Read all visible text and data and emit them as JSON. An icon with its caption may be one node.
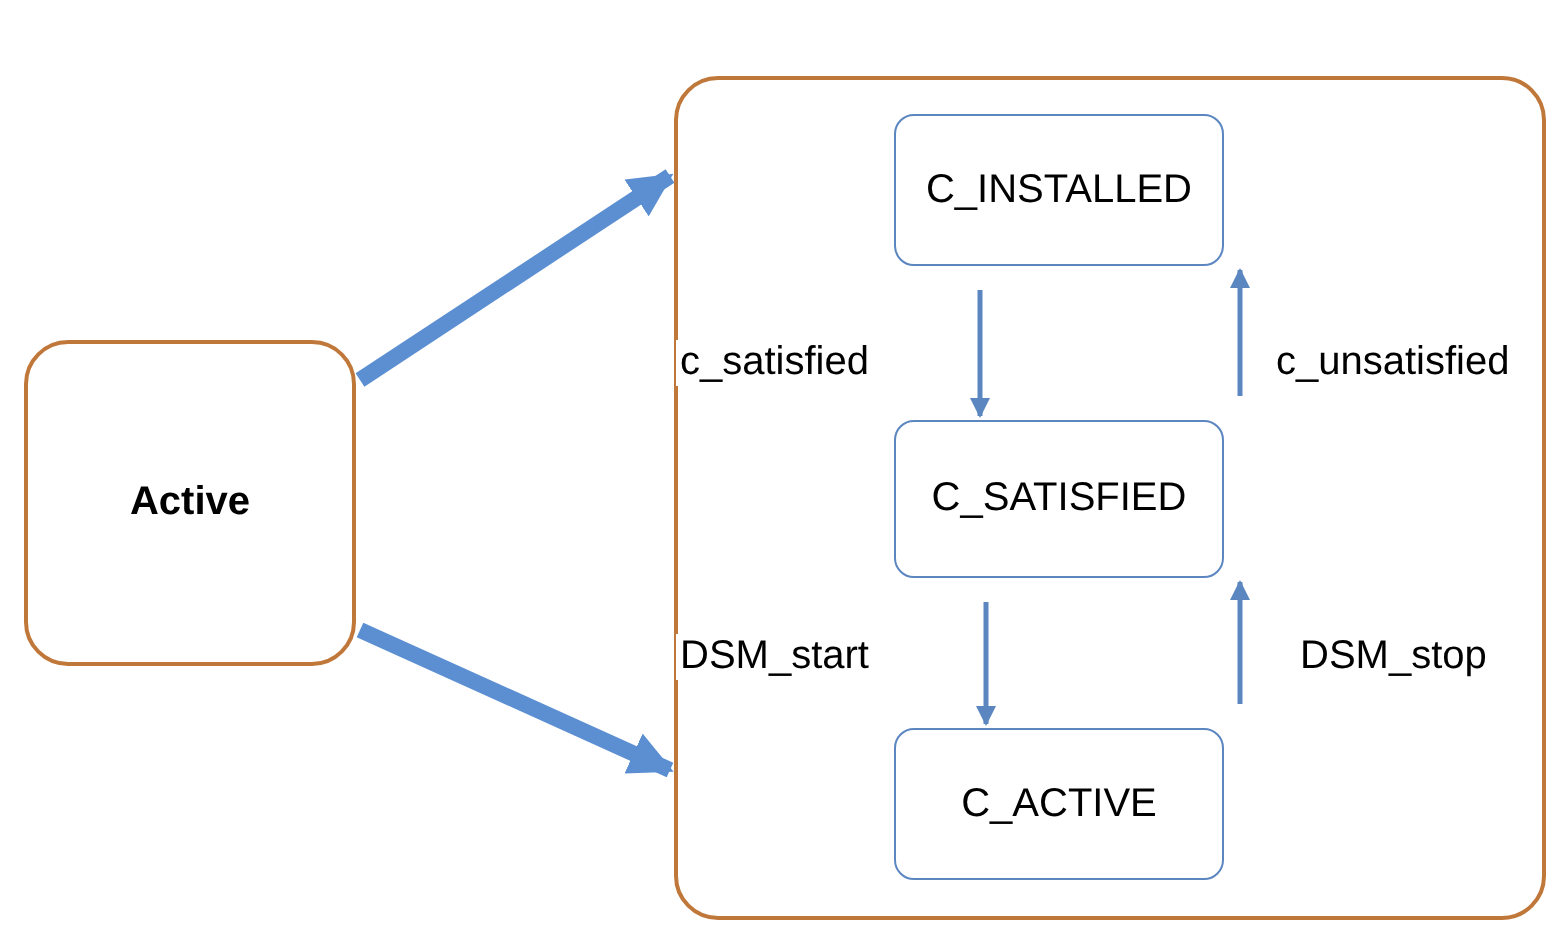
{
  "diagram": {
    "nodes": [
      {
        "text": [
          "Active"
        ]
      },
      {
        "text": [],
        "shape": "box"
      },
      {
        "text": [
          "C_INSTALLED"
        ],
        "in": 1
      },
      {
        "text": [
          "C_SATISFIED"
        ],
        "in": 1
      },
      {
        "text": [
          "C_ACTIVE"
        ],
        "in": 1
      }
    ],
    "edges": [
      {
        "from": 0,
        "to": 1,
        "arrow": "to",
        "style": "thick"
      },
      {
        "from": 0,
        "to": 1,
        "arrow": "to",
        "style": "thick"
      },
      {
        "from": 2,
        "to": 3,
        "arrow": "to",
        "label": "c_satisfied"
      },
      {
        "from": 3,
        "to": 2,
        "arrow": "to",
        "label": "c_unsatisfied"
      },
      {
        "from": 3,
        "to": 4,
        "arrow": "to",
        "label": "DSM_start"
      },
      {
        "from": 4,
        "to": 3,
        "arrow": "to",
        "label": "DSM_stop"
      }
    ]
  }
}
